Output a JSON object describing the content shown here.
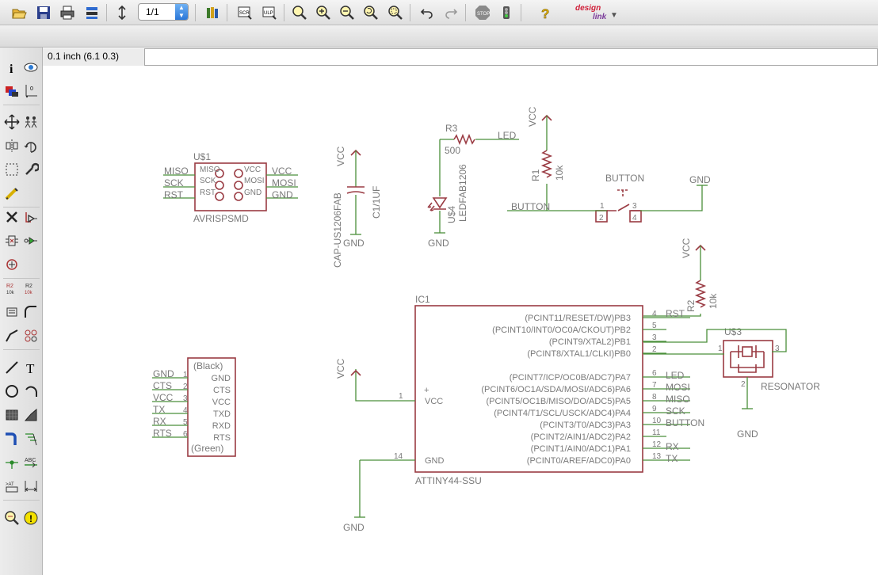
{
  "toolbar": {
    "sheet_value": "1/1",
    "logo_top": "design",
    "logo_bottom": "link",
    "icons": [
      "open-icon",
      "save-icon",
      "print-icon",
      "cam-icon",
      "switch-board-icon",
      "sheet-select",
      "use-library-icon",
      "script-icon",
      "ulp-icon",
      "zoom-fit-icon",
      "zoom-in-icon",
      "zoom-out-icon",
      "zoom-redraw-icon",
      "zoom-select-icon",
      "undo-icon",
      "redo-icon",
      "stop-icon",
      "go-icon",
      "help-icon",
      "design-link-icon"
    ]
  },
  "command_bar": {
    "coordinate_display": "0.1 inch (6.1 0.3)",
    "command_value": ""
  },
  "left_tools": [
    "info",
    "show",
    "display",
    "mark",
    "move",
    "copy",
    "mirror",
    "rotate",
    "group",
    "change",
    "paste",
    "delete",
    "add",
    "pinswap",
    "gateswap",
    "replace",
    "name",
    "value",
    "smash",
    "split",
    "miter",
    "invoke",
    "wire",
    "text",
    "circle",
    "arc",
    "rect",
    "polygon",
    "bus",
    "net",
    "junction",
    "label",
    "attribute",
    "dimension",
    "erc",
    "errors"
  ],
  "schematic": {
    "avrisp": {
      "name": "U$1",
      "value": "AVRISPSMD",
      "pins_left": [
        "MISO",
        "SCK",
        "RST"
      ],
      "pins_right": [
        "VCC",
        "MOSI",
        "GND"
      ],
      "nets_left": [
        "MISO",
        "SCK",
        "RST"
      ],
      "nets_right": [
        "VCC",
        "MOSI",
        "GND"
      ]
    },
    "cap": {
      "vcc": "VCC",
      "gnd": "GND",
      "package": "CAP-US1206FAB",
      "value": "C1/1UF"
    },
    "led": {
      "r_name": "R3",
      "r_value": "500",
      "net": "LED",
      "name": "U$4",
      "package": "LEDFAB1206",
      "gnd": "GND"
    },
    "r1": {
      "vcc": "VCC",
      "name": "R1",
      "value": "10k"
    },
    "button": {
      "title": "BUTTON",
      "net": "BUTTON",
      "gnd": "GND",
      "pins": [
        "1",
        "2",
        "3",
        "4"
      ]
    },
    "r2": {
      "vcc": "VCC",
      "name": "R2",
      "value": "10k",
      "net": "RST"
    },
    "resonator": {
      "name": "U$3",
      "value": "RESONATOR",
      "gnd": "GND",
      "pins": [
        "1",
        "2",
        "3"
      ]
    },
    "ic1": {
      "name": "IC1",
      "value": "ATTINY44-SSU",
      "vcc_label": "VCC",
      "gnd_label": "GND",
      "vcc_pin": "1",
      "gnd_pin": "14",
      "vcc_supply": "VCC",
      "gnd_supply": "GND",
      "pins": [
        {
          "label": "(PCINT11/RESET/DW)PB3",
          "num": "4",
          "net": "RST"
        },
        {
          "label": "(PCINT10/INT0/OC0A/CKOUT)PB2",
          "num": "5",
          "net": ""
        },
        {
          "label": "(PCINT9/XTAL2)PB1",
          "num": "3",
          "net": ""
        },
        {
          "label": "(PCINT8/XTAL1/CLKI)PB0",
          "num": "2",
          "net": ""
        },
        {
          "label": "(PCINT7/ICP/OC0B/ADC7)PA7",
          "num": "6",
          "net": "LED"
        },
        {
          "label": "(PCINT6/OC1A/SDA/MOSI/ADC6)PA6",
          "num": "7",
          "net": "MOSI"
        },
        {
          "label": "(PCINT5/OC1B/MISO/DO/ADC5)PA5",
          "num": "8",
          "net": "MISO"
        },
        {
          "label": "(PCINT4/T1/SCL/USCK/ADC4)PA4",
          "num": "9",
          "net": "SCK"
        },
        {
          "label": "(PCINT3/T0/ADC3)PA3",
          "num": "10",
          "net": "BUTTON"
        },
        {
          "label": "(PCINT2/AIN1/ADC2)PA2",
          "num": "11",
          "net": ""
        },
        {
          "label": "(PCINT1/AIN0/ADC1)PA1",
          "num": "12",
          "net": "RX"
        },
        {
          "label": "(PCINT0/AREF/ADC0)PA0",
          "num": "13",
          "net": "TX"
        }
      ]
    },
    "ftdi": {
      "top": "(Black)",
      "bottom": "(Green)",
      "pins": [
        {
          "net": "GND",
          "num": "1",
          "label": "GND"
        },
        {
          "net": "CTS",
          "num": "2",
          "label": "CTS"
        },
        {
          "net": "VCC",
          "num": "3",
          "label": "VCC"
        },
        {
          "net": "TX",
          "num": "4",
          "label": "TXD"
        },
        {
          "net": "RX",
          "num": "5",
          "label": "RXD"
        },
        {
          "net": "RTS",
          "num": "6",
          "label": "RTS"
        }
      ]
    }
  }
}
